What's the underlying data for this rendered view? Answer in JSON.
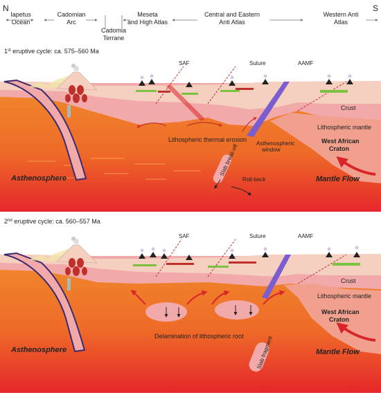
{
  "compass": {
    "north": "N",
    "south": "S"
  },
  "header_labels": {
    "iapetus_1": "Iapetus",
    "iapetus_2": "Ocean",
    "cadomian_1": "Cadomian",
    "cadomian_2": "Arc",
    "cadomia_1": "Cadomia",
    "cadomia_2": "Terrane",
    "meseta_1": "Meseta",
    "meseta_2": "and High Atlas",
    "central_1": "Central and Eastern",
    "central_2": "Anti Atlas",
    "western_1": "Western Anti",
    "western_2": "Atlas"
  },
  "panel1": {
    "title_sup": "st",
    "title_num": "1",
    "title_rest": " eruptive cycle: ca. 575–560 Ma",
    "saf": "SAF",
    "suture": "Suture",
    "aamf": "AAMF",
    "crust": "Crust",
    "litho_mantle": "Lithospheric mantle",
    "craton_1": "West African",
    "craton_2": "Craton",
    "thermal_erosion": "Lithospheric thermal erosion",
    "astheno_window_1": "Asthenospheric",
    "astheno_window_2": "window",
    "slab_breakoff": "Slab break-off",
    "rollback": "Roll-back",
    "asthenosphere": "Asthenosphere",
    "mantle_flow": "Mantle Flow"
  },
  "panel2": {
    "title_sup": "nd",
    "title_num": "2",
    "title_rest": " eruptive cycle: ca. 560–557 Ma",
    "saf": "SAF",
    "suture": "Suture",
    "aamf": "AAMF",
    "crust": "Crust",
    "litho_mantle": "Lithospheric mantle",
    "craton_1": "West African",
    "craton_2": "Craton",
    "delamination": "Delamination of lithospheric root",
    "slab_fragment": "Slab fragment",
    "asthenosphere": "Asthenosphere",
    "mantle_flow": "Mantle Flow"
  },
  "colors": {
    "crust": "#f5cfc0",
    "litho_mantle": "#f2a9a9",
    "craton": "#f0a08c",
    "asthenosphere_top": "#f08a2c",
    "asthenosphere_bottom": "#e5262b",
    "slab": "#3a2a6e",
    "suture_zone": "#7a5ed0",
    "arrow": "#d9252a",
    "magma": "#c0302a",
    "green_intrusion": "#7cc242"
  }
}
